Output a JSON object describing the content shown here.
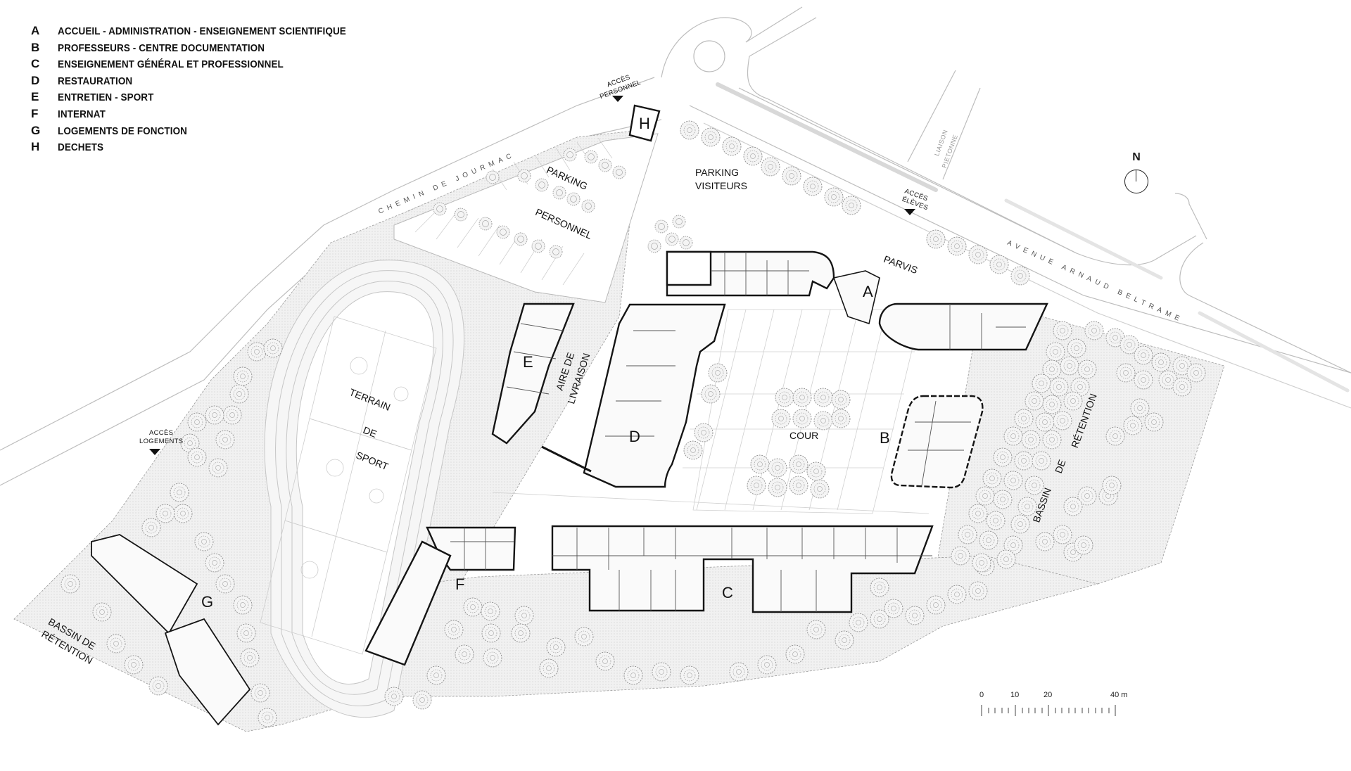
{
  "legend": {
    "items": [
      {
        "letter": "A",
        "label": "ACCUEIL - ADMINISTRATION - ENSEIGNEMENT SCIENTIFIQUE"
      },
      {
        "letter": "B",
        "label": "PROFESSEURS - CENTRE DOCUMENTATION"
      },
      {
        "letter": "C",
        "label": "ENSEIGNEMENT GÉNÉRAL ET PROFESSIONNEL"
      },
      {
        "letter": "D",
        "label": "RESTAURATION"
      },
      {
        "letter": "E",
        "label": "ENTRETIEN - SPORT"
      },
      {
        "letter": "F",
        "label": "INTERNAT"
      },
      {
        "letter": "G",
        "label": "LOGEMENTS DE FONCTION"
      },
      {
        "letter": "H",
        "label": "DECHETS"
      }
    ]
  },
  "north": {
    "label": "N"
  },
  "buildings": {
    "A": "A",
    "B": "B",
    "C": "C",
    "D": "D",
    "E": "E",
    "F": "F",
    "G": "G",
    "H": "H"
  },
  "zones": {
    "parking_visiteurs_1": "PARKING",
    "parking_visiteurs_2": "VISITEURS",
    "parking_personnel_1": "PARKING",
    "parking_personnel_2": "PERSONNEL",
    "parvis": "PARVIS",
    "cour": "COUR",
    "aire_livraison_1": "AIRE DE",
    "aire_livraison_2": "LIVRAISON",
    "terrain_1": "TERRAIN",
    "terrain_2": "DE",
    "terrain_3": "SPORT",
    "bassin_left_1": "BASSIN DE",
    "bassin_left_2": "RÉTENTION",
    "bassin_right_1": "BASSIN",
    "bassin_right_2": "DE",
    "bassin_right_3": "RÉTENTION",
    "liaison_1": "LIAISON",
    "liaison_2": "PIETONNE"
  },
  "accesses": {
    "personnel_1": "ACCÈS",
    "personnel_2": "PERSONNEL",
    "eleves_1": "ACCÈS",
    "eleves_2": "ÉLÈVES",
    "logements_1": "ACCÈS",
    "logements_2": "LOGEMENTS"
  },
  "roads": {
    "chemin": "CHEMIN DE JOURMAC",
    "avenue": "AVENUE ARNAUD BELTRAME"
  },
  "scale": {
    "ticks": [
      "0",
      "10",
      "20",
      "40 m"
    ],
    "unit": "m",
    "max": 40
  },
  "colors": {
    "ink": "#111111",
    "line": "#b8b8b8",
    "hatch": "#ececec",
    "wall": "#1a1a1a",
    "tree": "#9a9a9a"
  }
}
